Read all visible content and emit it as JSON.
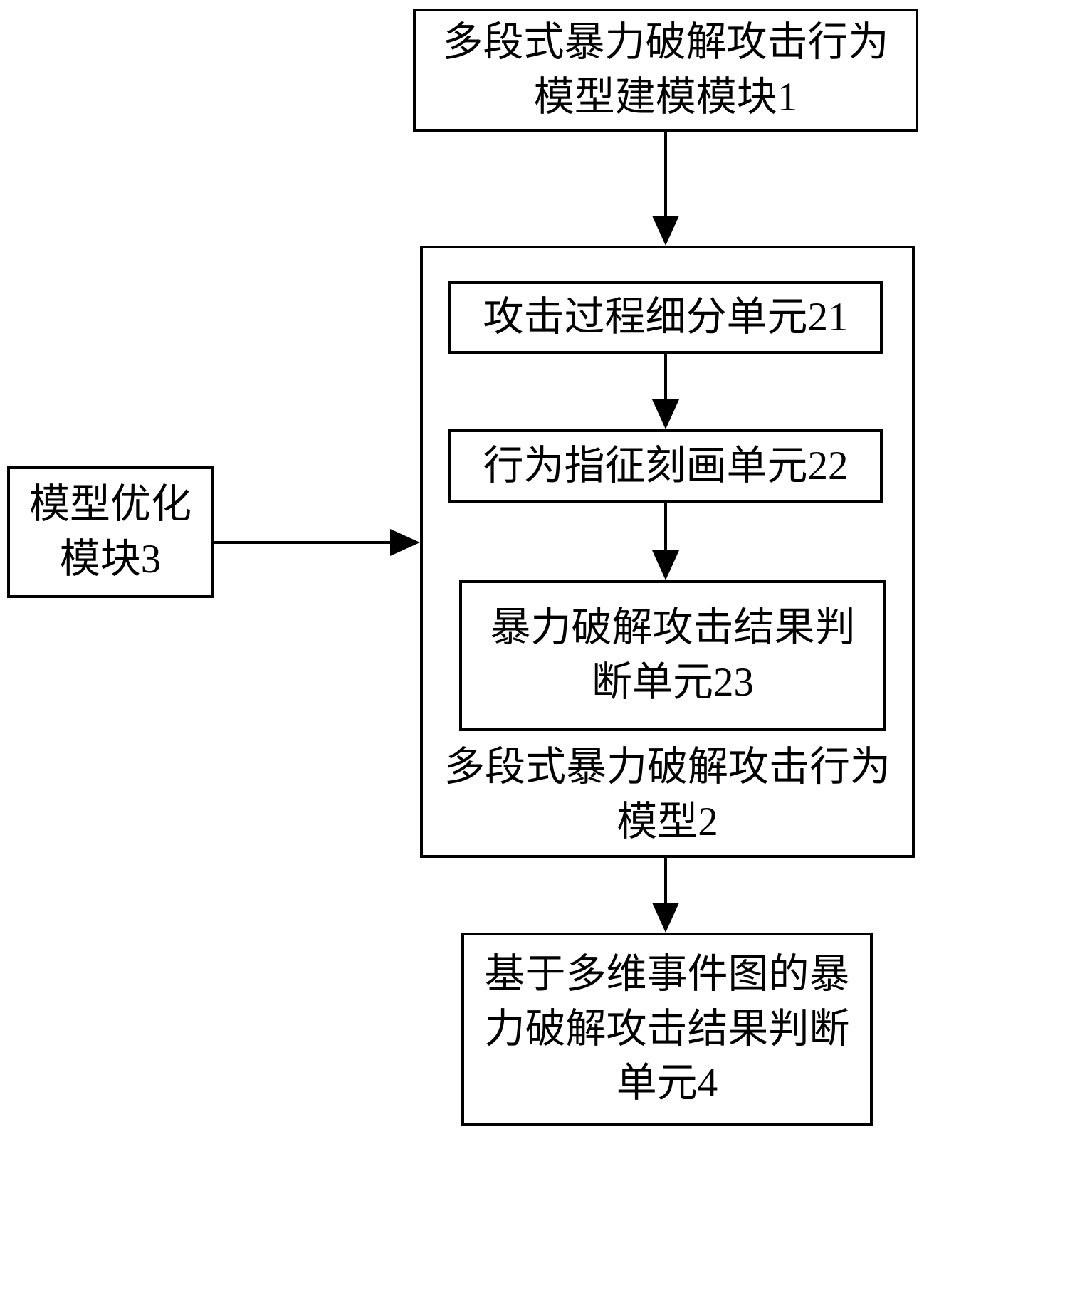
{
  "diagram": {
    "background_color": "#ffffff",
    "line_color": "#000000",
    "nodes": {
      "top_module": "多段式暴力破解攻击行为\n模型建模模块1",
      "unit21": "攻击过程细分单元21",
      "unit22": "行为指征刻画单元22",
      "unit23": "暴力破解攻击结果判\n断单元23",
      "model2_label": "多段式暴力破解攻击行为\n模型2",
      "optimizer": "模型优化\n模块3",
      "bottom_unit": "基于多维事件图的暴\n力破解攻击结果判断\n单元4"
    }
  }
}
